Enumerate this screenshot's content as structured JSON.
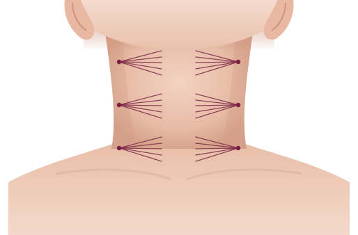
{
  "illustration": {
    "subject": "neck-thread-lift-insertion-points",
    "colors": {
      "background": "#ffffff",
      "skin_light": "#f1d2c1",
      "skin_mid": "#e6b9a3",
      "skin_shadow": "#cf9c85",
      "thread": "#7e2a4a",
      "entry_point": "#7a1f43"
    },
    "thread_groups": [
      {
        "side": "left",
        "row": 1,
        "threads": 5
      },
      {
        "side": "left",
        "row": 2,
        "threads": 5
      },
      {
        "side": "left",
        "row": 3,
        "threads": 5
      },
      {
        "side": "right",
        "row": 1,
        "threads": 5
      },
      {
        "side": "right",
        "row": 2,
        "threads": 5
      },
      {
        "side": "right",
        "row": 3,
        "threads": 5
      }
    ]
  }
}
